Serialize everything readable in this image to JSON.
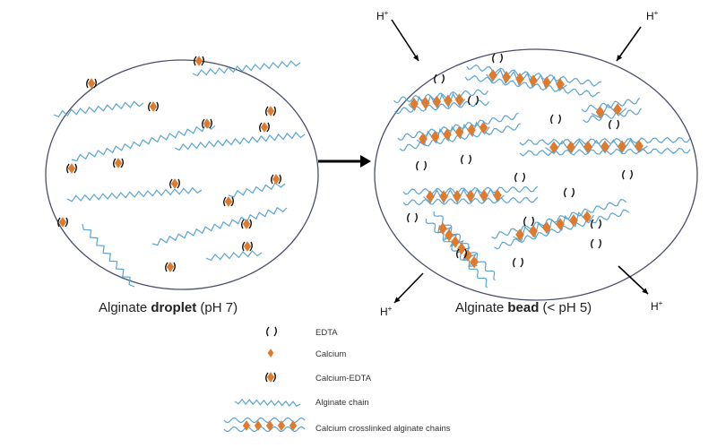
{
  "left_label": {
    "prefix": "Alginate ",
    "bold": "droplet",
    "suffix": " (pH 7)"
  },
  "right_label": {
    "prefix": "Alginate ",
    "bold": "bead",
    "suffix": " (< pH 5)"
  },
  "proton": {
    "text": "H",
    "sup": "+"
  },
  "legend": [
    {
      "symbol": "edta-icon",
      "label": "EDTA"
    },
    {
      "symbol": "calcium-icon",
      "label": "Calcium"
    },
    {
      "symbol": "calcium-edta-icon",
      "label": "Calcium-EDTA"
    },
    {
      "symbol": "alginate-chain-icon",
      "label": "Alginate chain"
    },
    {
      "symbol": "crosslinked-chain-icon",
      "label": "Calcium crosslinked alginate chains"
    }
  ],
  "colors": {
    "chain": "#5aa5d0",
    "calcium": "#e07a2c",
    "outline": "#4a4f6a",
    "edta": "#111111"
  }
}
